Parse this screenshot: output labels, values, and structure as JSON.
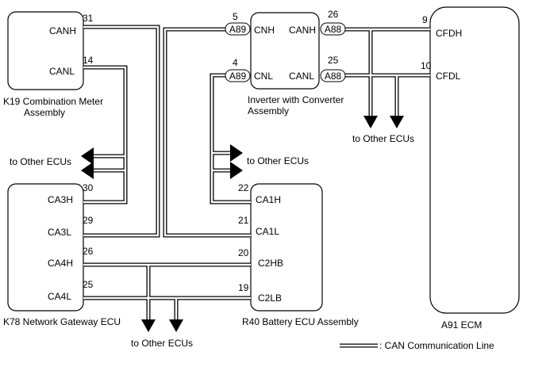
{
  "ecus": {
    "k19": {
      "name": "K19 Combination Meter",
      "name2": "Assembly",
      "pins": [
        {
          "label": "CANH",
          "num": "31"
        },
        {
          "label": "CANL",
          "num": "14"
        }
      ]
    },
    "inverter": {
      "name": "Inverter with Converter",
      "name2": "Assembly",
      "pins": [
        {
          "label": "CNH",
          "num": "5",
          "conn": "A89"
        },
        {
          "label": "CNL",
          "num": "4",
          "conn": "A89"
        },
        {
          "label": "CANH",
          "num": "26",
          "conn": "A88"
        },
        {
          "label": "CANL",
          "num": "25",
          "conn": "A88"
        }
      ]
    },
    "ecm": {
      "name": "A91  ECM",
      "pins": [
        {
          "label": "CFDH",
          "num": "9"
        },
        {
          "label": "CFDL",
          "num": "10"
        }
      ]
    },
    "gateway": {
      "name": "K78  Network Gateway ECU",
      "pins": [
        {
          "label": "CA3H",
          "num": "30"
        },
        {
          "label": "CA3L",
          "num": "29"
        },
        {
          "label": "CA4H",
          "num": "26"
        },
        {
          "label": "CA4L",
          "num": "25"
        }
      ]
    },
    "battery": {
      "name": "R40  Battery ECU Assembly",
      "pins": [
        {
          "label": "CA1H",
          "num": "22"
        },
        {
          "label": "CA1L",
          "num": "21"
        },
        {
          "label": "C2HB",
          "num": "20"
        },
        {
          "label": "C2LB",
          "num": "19"
        }
      ]
    }
  },
  "other_ecus": [
    "to Other ECUs",
    "to Other ECUs",
    "to Other ECUs"
  ],
  "legend": ": CAN Communication Line"
}
